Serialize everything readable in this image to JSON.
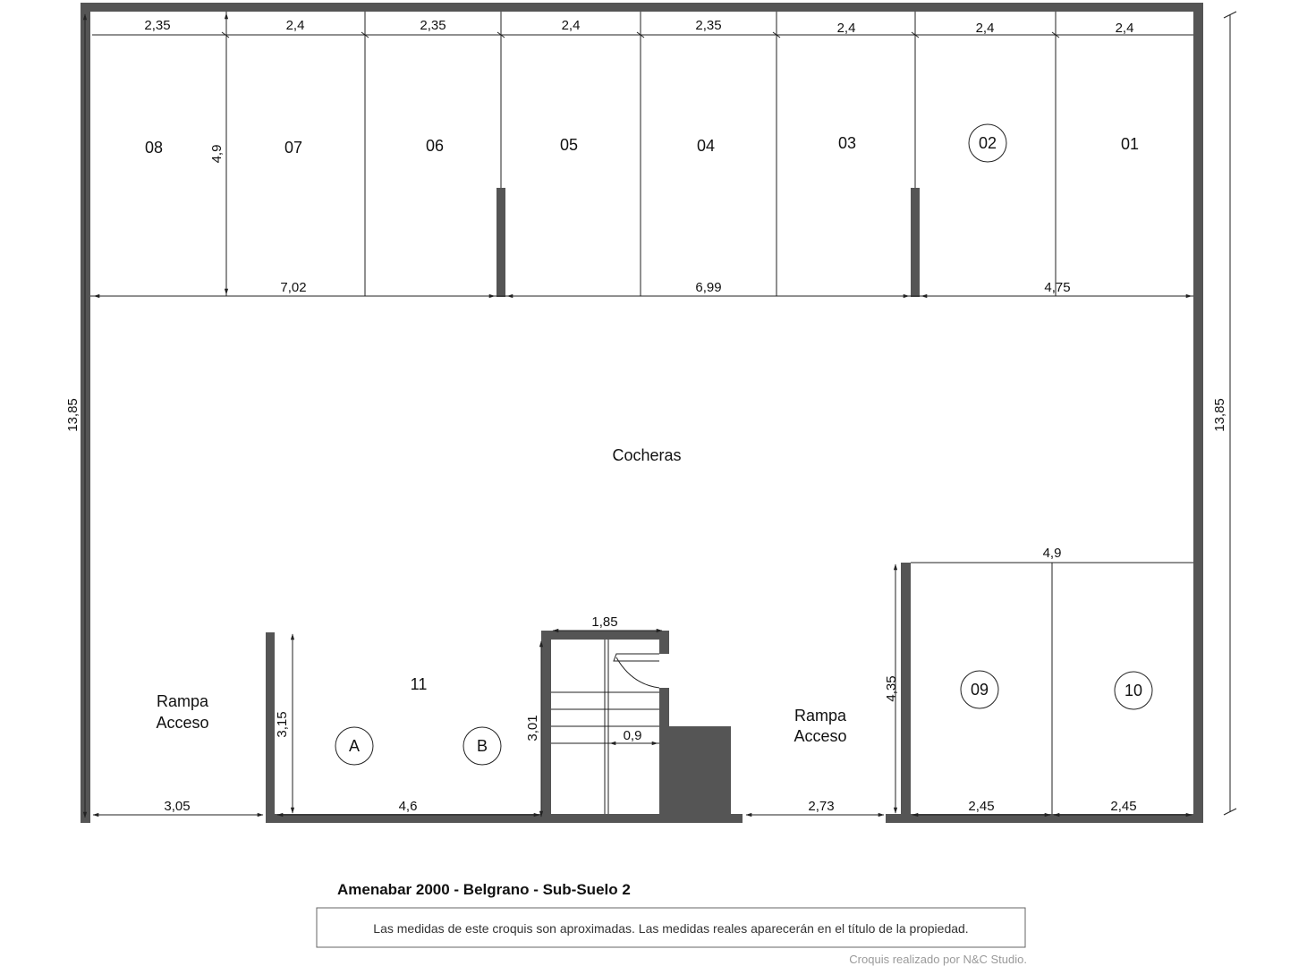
{
  "colors": {
    "wall": "#555555",
    "line": "#222222",
    "background": "#ffffff",
    "credit": "#9a9a9a"
  },
  "title": "Amenabar 2000 - Belgrano - Sub-Suelo 2",
  "disclaimer": "Las medidas de este croquis son aproximadas. Las medidas reales aparecerán en el título de la propiedad.",
  "credit": "Croquis realizado por N&C Studio.",
  "area_label": "Cocheras",
  "room_11": "11",
  "ramp_left": {
    "line1": "Rampa",
    "line2": "Acceso"
  },
  "ramp_right": {
    "line1": "Rampa",
    "line2": "Acceso"
  },
  "spaces_top": [
    "08",
    "07",
    "06",
    "05",
    "04",
    "03",
    "02",
    "01"
  ],
  "space_02_circled": "02",
  "spaces_bottom": {
    "s09": "09",
    "s10": "10",
    "a": "A",
    "b": "B"
  },
  "dims_top": [
    "2,35",
    "2,4",
    "2,35",
    "2,4",
    "2,35",
    "2,4",
    "2,4",
    "2,4"
  ],
  "dims_mid": {
    "d1": "7,02",
    "d2": "6,99",
    "d3": "4,75"
  },
  "dims": {
    "depth_top": "4,9",
    "total_left": "13,85",
    "total_right": "13,85",
    "block_right_width": "4,9",
    "block_right_depth": "4,35",
    "stair_width": "1,85",
    "stair_depth": "3,01",
    "stair_inner": "0,9",
    "room11_depth": "3,15",
    "bottom_1": "3,05",
    "bottom_2": "4,6",
    "bottom_3": "2,73",
    "bottom_4": "2,45",
    "bottom_5": "2,45"
  }
}
